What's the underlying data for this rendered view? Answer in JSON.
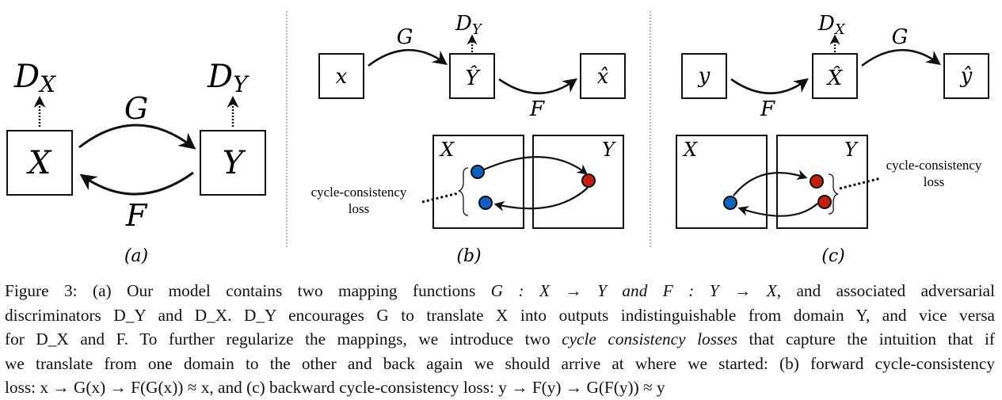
{
  "figure": {
    "panel_a": {
      "label": "(a)",
      "box_left": "X",
      "box_right": "Y",
      "disc_left": {
        "base": "D",
        "sub": "X"
      },
      "disc_right": {
        "base": "D",
        "sub": "Y"
      },
      "arrow_top": "G",
      "arrow_bottom": "F"
    },
    "panel_b": {
      "label": "(b)",
      "box1": "x",
      "box2": "Ŷ",
      "box3": "x̂",
      "disc": {
        "base": "D",
        "sub": "Y"
      },
      "arrow1": "G",
      "arrow2": "F",
      "domain_left": "X",
      "domain_right": "Y",
      "loss_line1": "cycle-consistency",
      "loss_line2": "loss"
    },
    "panel_c": {
      "label": "(c)",
      "box1": "y",
      "box2": "X̂",
      "box3": "ŷ",
      "disc": {
        "base": "D",
        "sub": "X"
      },
      "arrow1": "F",
      "arrow2": "G",
      "domain_left": "X",
      "domain_right": "Y",
      "loss_line1": "cycle-consistency",
      "loss_line2": "loss"
    },
    "colors": {
      "blue_dot": "#1060c0",
      "red_dot": "#c02010"
    }
  },
  "caption": {
    "l1_pre": "Figure 3: (a) Our model contains two mapping functions ",
    "l1_math": "G : X → Y and F : Y → X",
    "l1_post": ", and associated adversarial",
    "l2": "discriminators D",
    "l2_text": "discriminators D_Y and D_X. D_Y encourages G to translate X into outputs indistinguishable from domain Y, and vice versa",
    "l3_pre": "for D_X and F. To further regularize the mappings, we introduce two ",
    "l3_em": "cycle consistency losses",
    "l3_post": " that capture the intuition that if",
    "l4": "we translate from one domain to the other and back again we should arrive at where we started: (b) forward cycle-consistency",
    "l5": "loss: x → G(x) → F(G(x)) ≈ x, and (c) backward cycle-consistency loss: y → F(y) → G(F(y)) ≈ y"
  }
}
